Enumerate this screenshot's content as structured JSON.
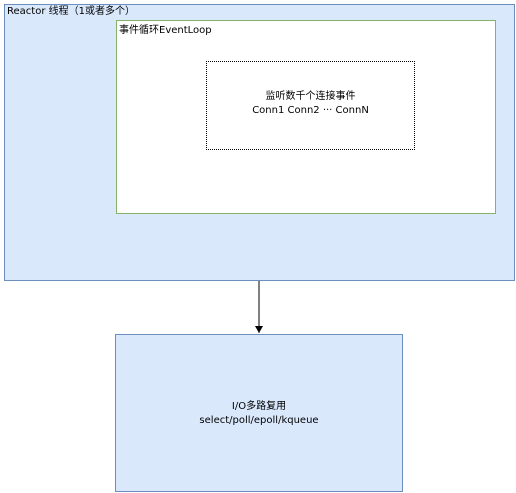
{
  "reactor": {
    "label": "Reactor 线程（1或者多个）"
  },
  "event_loop": {
    "label": "事件循环EventLoop"
  },
  "listener": {
    "title": "监听数千个连接事件",
    "connections": "Conn1 Conn2 ··· ConnN"
  },
  "multiplexing": {
    "title": "I/O多路复用",
    "apis": "select/poll/epoll/kqueue"
  },
  "colors": {
    "blue_fill": "#dae8fc",
    "blue_stroke": "#6c8ebf",
    "green_stroke": "#82b366",
    "arrow": "#000000"
  }
}
